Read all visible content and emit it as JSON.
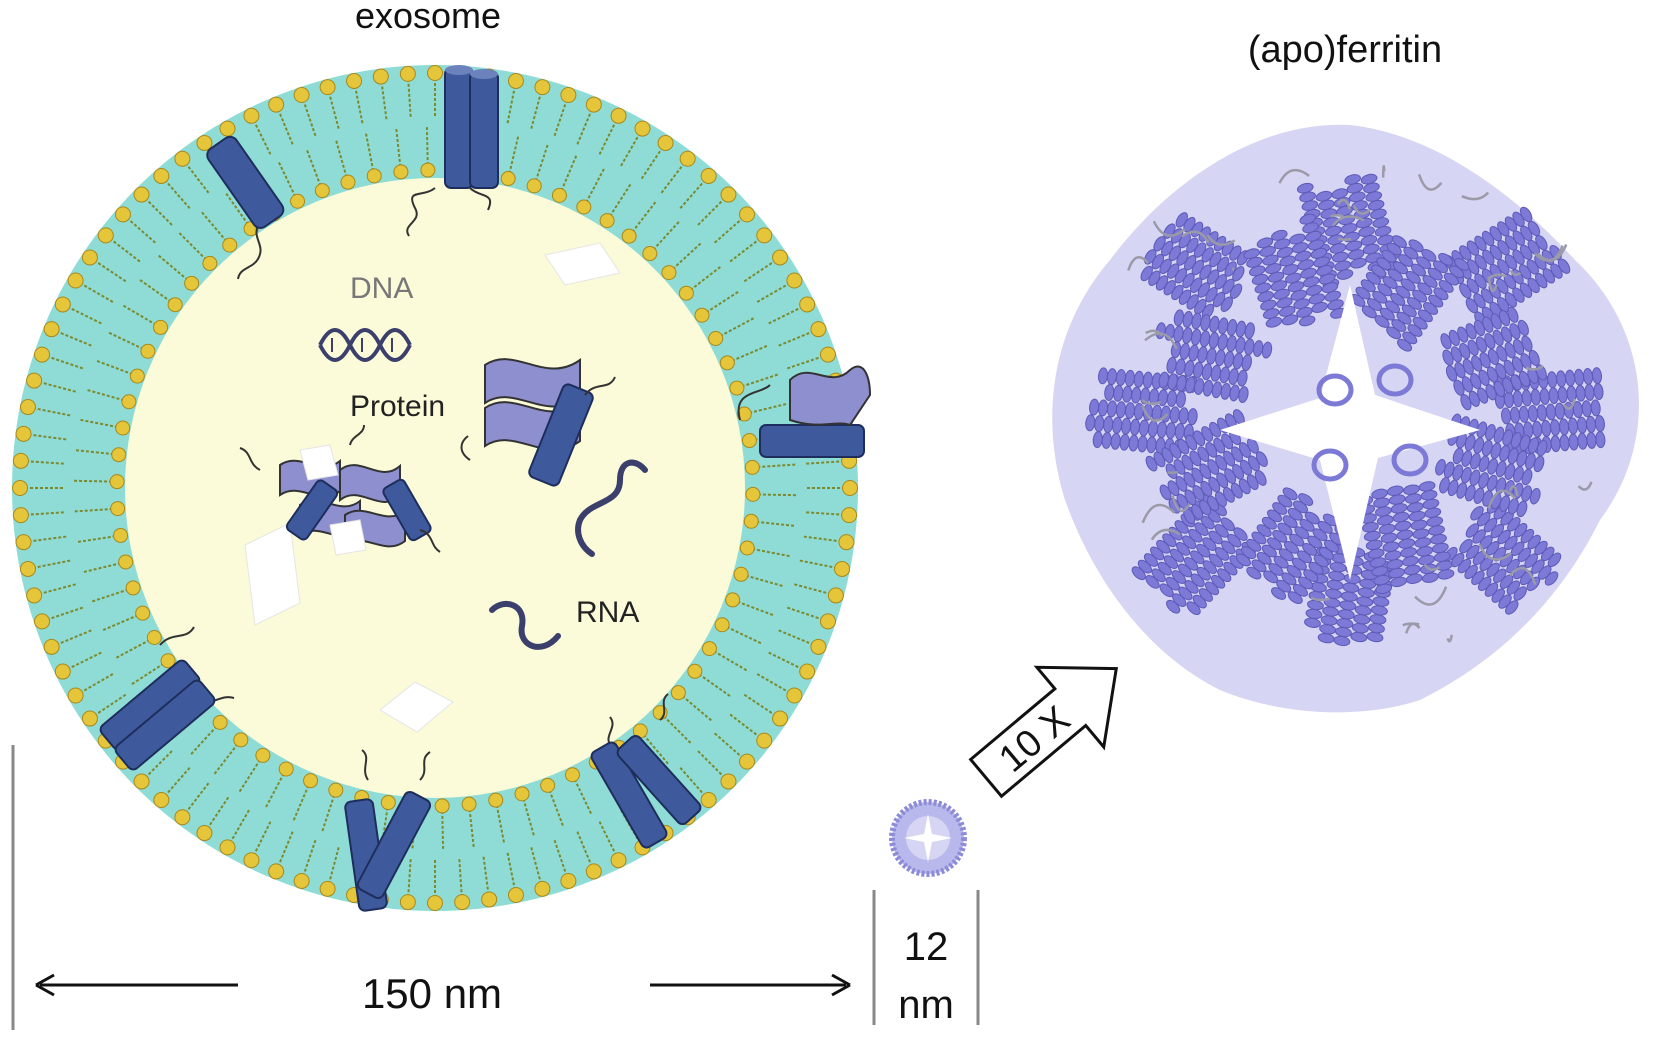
{
  "labels": {
    "exosome": "exosome",
    "ferritin": "(apo)ferritin",
    "dna": "DNA",
    "protein": "Protein",
    "rna": "RNA",
    "magnification": "10 X",
    "exosome_size": "150 nm",
    "ferritin_size_value": "12",
    "ferritin_size_unit": "nm"
  },
  "colors": {
    "membrane": "#8fdcd6",
    "lumen": "#fbfbd9",
    "lipid_head": "#e5c53a",
    "lipid_head_stroke": "#a8891a",
    "lipid_tail": "#7b8a2e",
    "transmembrane_protein": "#3f5a9c",
    "soluble_protein": "#8e8fcf",
    "ferritin": "#7d79d6",
    "ferritin_coil": "#9a9aa8",
    "nucleic_acid": "#3b3f6c",
    "text_gray": "#777777",
    "text_dark": "#222222",
    "scale_line": "#888888"
  },
  "icons": {
    "dna": "double-helix",
    "rna": "single-strand-squiggle",
    "arrow": "magnify-arrow"
  }
}
